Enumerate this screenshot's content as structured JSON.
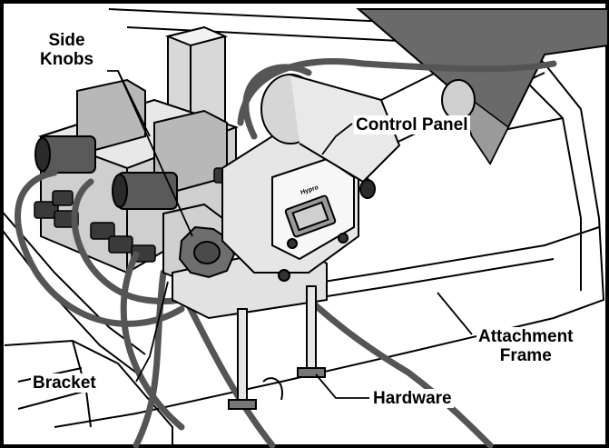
{
  "labels": {
    "side_knobs_line1": "Side",
    "side_knobs_line2": "Knobs",
    "control_panel": "Control Panel",
    "attachment_frame_line1": "Attachment",
    "attachment_frame_line2": "Frame",
    "bracket": "Bracket",
    "hardware": "Hardware"
  },
  "control_panel_brand": "Hypro"
}
